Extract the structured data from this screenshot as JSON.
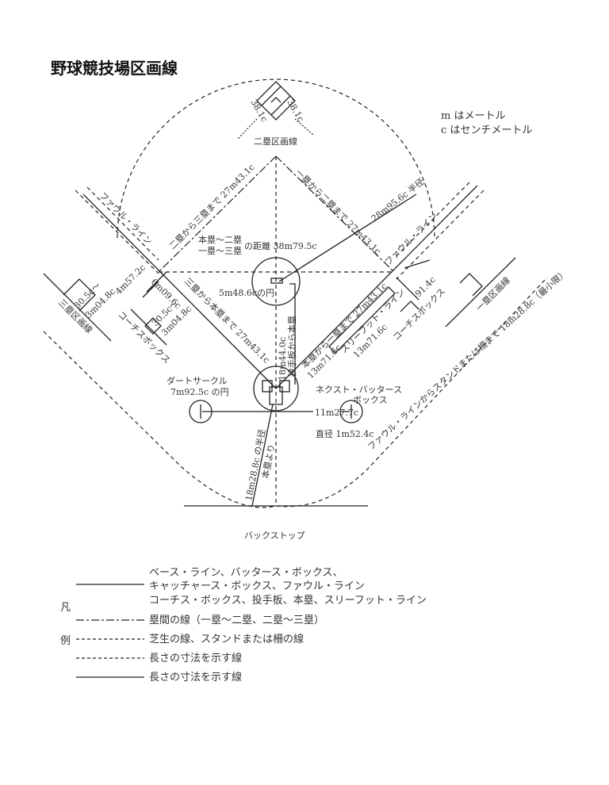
{
  "title": "野球競技場区画線",
  "units": {
    "m": "m はメートル",
    "c": "c はセンチメートル"
  },
  "labels": {
    "second_base_area": "二塁区画線",
    "second_dim_left": "38.1c",
    "second_dim_right": "38.1c",
    "second_to_third": "二塁から三塁まで 27m43.1c",
    "first_to_second": "一塁から二塁まで 27m43.1c",
    "radius_28": "28m95.6c 半径",
    "dist_home_second": "本塁～二塁",
    "dist_first_third": "一塁～三塁",
    "dist_value": "の距離 38m79.5c",
    "pitcher_circle": "5m48.6cの円",
    "foul_line_left": "ファウル・ライン",
    "foul_line_right": "ファウル・ライン",
    "coach_dist_left": "4m57.2c",
    "coach_box_left_dim1": "30.5c～",
    "coach_box_left_dim2": "3m04.8c",
    "coach_6m": "6m09.6c",
    "coach_box_dim3": "30.5c～",
    "coach_box_dim4": "3m04.8c",
    "coach_box_left": "コーチスボックス",
    "third_base_area": "三塁区画線",
    "third_to_home": "三塁から本塁まで 27m43.1c",
    "pitcher_to_home_value": "18m44.0c",
    "pitcher_to_home": "投手板から本塁",
    "home_to_first": "本塁から一塁まで 27m43.1c",
    "three_foot_line": "スリーフット・ライン",
    "three_foot_dim": "13m71.6c",
    "coach_91": "91.4c",
    "coach_box_right": "コーチスボックス",
    "first_base_area": "一塁区画線",
    "stand_distance": "ファウル・ラインからスタンドまたは柵まで 18m28.8c（最小限）",
    "next_batter_dim": "13m71.6c",
    "next_batter_1": "ネクスト・バッタース",
    "next_batter_2": "ボックス",
    "dirt_circle_1": "ダートサークル",
    "dirt_circle_2": "7m92.5c の円",
    "next_batter_gap": "11m27.7c",
    "diameter": "直径 1m52.4c",
    "backstop_radius": "18m28.8c の半径",
    "backstop_from_home": "本塁より",
    "backstop": "バックストップ"
  },
  "legend": {
    "heading_1": "凡",
    "heading_2": "例",
    "items": [
      {
        "line": "solid",
        "text": [
          "ベース・ライン、バッタース・ボックス、",
          "キャッチャース・ボックス、ファウル・ライン",
          "コーチス・ボックス、投手板、本塁、スリーフット・ライン"
        ]
      },
      {
        "line": "dash-dot",
        "text": [
          "塁間の線（一塁～二塁、二塁～三塁）"
        ]
      },
      {
        "line": "dashed",
        "text": [
          "芝生の線、スタンドまたは柵の線"
        ]
      },
      {
        "line": "dashed",
        "text": [
          "長さの寸法を示す線"
        ]
      },
      {
        "line": "solid",
        "text": [
          "長さの寸法を示す線"
        ]
      }
    ]
  }
}
